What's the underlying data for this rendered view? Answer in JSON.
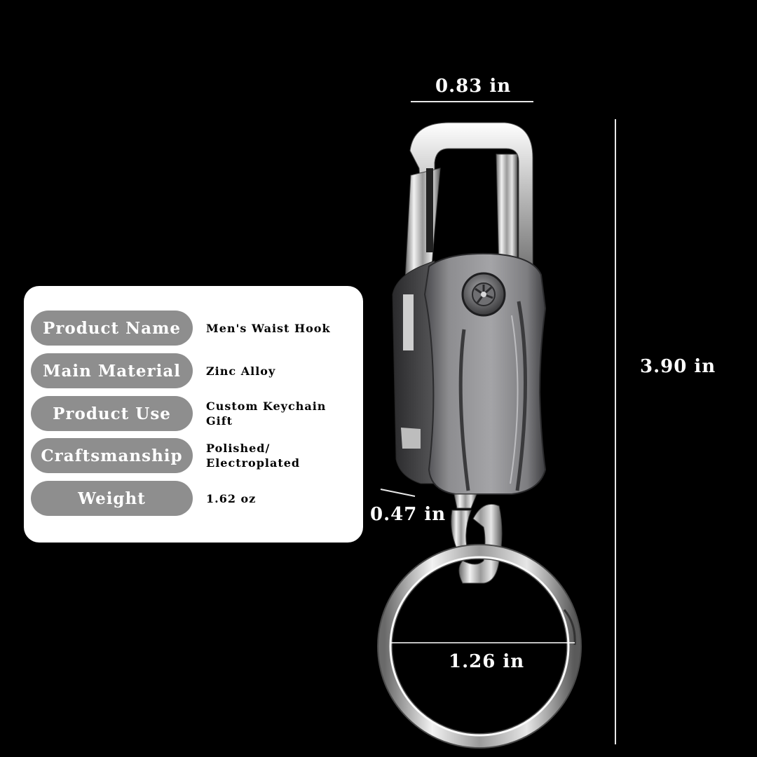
{
  "dimensions": {
    "width_label": "0.83 in",
    "height_label": "3.90 in",
    "thickness_label": "0.47 in",
    "ring_diameter_label": "1.26 in"
  },
  "specs": [
    {
      "name": "Product Name",
      "value": "Men's Waist Hook"
    },
    {
      "name": "Main Material",
      "value": "Zinc Alloy"
    },
    {
      "name": "Product Use",
      "value": "Custom Keychain Gift"
    },
    {
      "name": "Craftsmanship",
      "value": "Polished/ Electroplated"
    },
    {
      "name": "Weight",
      "value": "1.62 oz"
    }
  ],
  "colors": {
    "background": "#000000",
    "card": "#ffffff",
    "pill": "#8e8e8e",
    "dimension_text": "#ffffff"
  }
}
